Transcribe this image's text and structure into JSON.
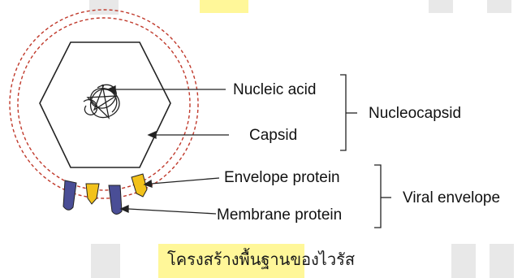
{
  "labels": {
    "nucleic_acid": "Nucleic acid",
    "capsid": "Capsid",
    "nucleocapsid": "Nucleocapsid",
    "envelope_protein": "Envelope protein",
    "membrane_protein": "Membrane protein",
    "viral_envelope": "Viral envelope"
  },
  "caption": "โครงสร้างพื้นฐานของไวรัส",
  "colors": {
    "envelope_dash": "#c0392b",
    "membrane_protein": "#4a4e96",
    "envelope_protein": "#f2c21b",
    "caption_highlight": "#fff799",
    "watermark": "#e8e8e8"
  }
}
